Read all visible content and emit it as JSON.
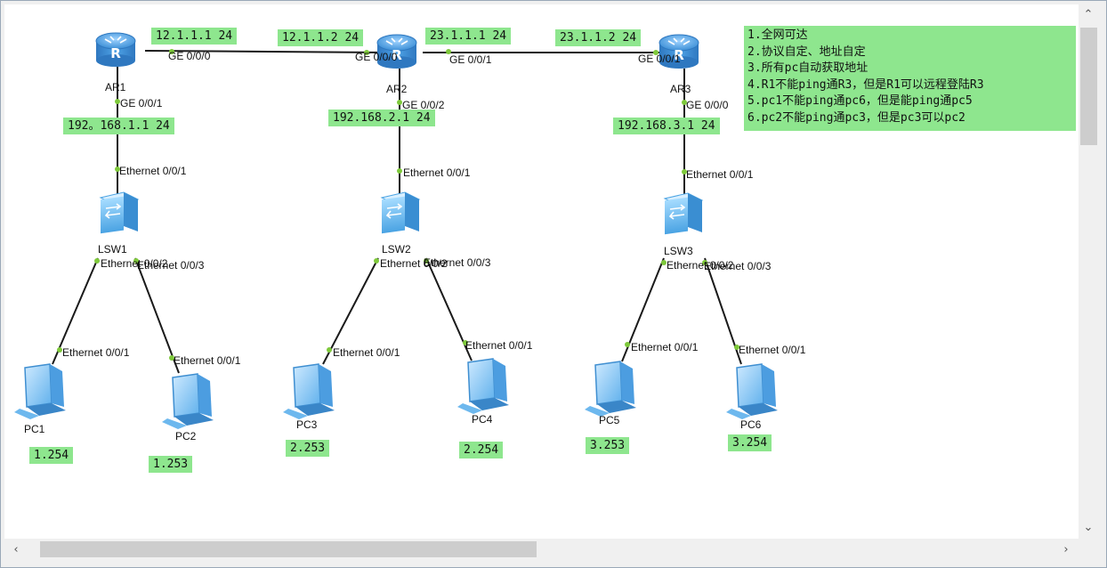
{
  "devices": {
    "ar1": {
      "name": "AR1"
    },
    "ar2": {
      "name": "AR2"
    },
    "ar3": {
      "name": "AR3"
    },
    "lsw1": {
      "name": "LSW1"
    },
    "lsw2": {
      "name": "LSW2"
    },
    "lsw3": {
      "name": "LSW3"
    },
    "pc1": {
      "name": "PC1"
    },
    "pc2": {
      "name": "PC2"
    },
    "pc3": {
      "name": "PC3"
    },
    "pc4": {
      "name": "PC4"
    },
    "pc5": {
      "name": "PC5"
    },
    "pc6": {
      "name": "PC6"
    }
  },
  "ports": {
    "ar1_ge000": "GE 0/0/0",
    "ar1_ge001": "GE 0/0/1",
    "ar2_ge000": "GE 0/0/0",
    "ar2_ge001": "GE 0/0/1",
    "ar2_ge002": "GE 0/0/2",
    "ar3_ge001": "GE 0/0/1",
    "ar3_ge000": "GE 0/0/0",
    "lsw1_up": "Ethernet 0/0/1",
    "lsw1_p2": "Ethernet 0/0/2",
    "lsw1_p3": "Ethernet 0/0/3",
    "lsw2_up": "Ethernet 0/0/1",
    "lsw2_p2": "Ethernet 0/0/2",
    "lsw2_p3": "Ethernet 0/0/3",
    "lsw3_up": "Ethernet 0/0/1",
    "lsw3_p2": "Ethernet 0/0/2",
    "lsw3_p3": "Ethernet 0/0/3",
    "pc1_e": "Ethernet 0/0/1",
    "pc2_e": "Ethernet 0/0/1",
    "pc3_e": "Ethernet 0/0/1",
    "pc4_e": "Ethernet 0/0/1",
    "pc5_e": "Ethernet 0/0/1",
    "pc6_e": "Ethernet 0/0/1"
  },
  "addresses": {
    "ar1_wan": "12.1.1.1 24",
    "ar2_wan1": "12.1.1.2 24",
    "ar2_wan2": "23.1.1.1 24",
    "ar3_wan": "23.1.1.2 24",
    "ar1_lan": "192。168.1.1 24",
    "ar2_lan": "192.168.2.1 24",
    "ar3_lan": "192.168.3.1 24",
    "pc1": "1.254",
    "pc2": "1.253",
    "pc3": "2.253",
    "pc4": "2.254",
    "pc5": "3.253",
    "pc6": "3.254"
  },
  "requirements": [
    "1.全网可达",
    "2.协议自定、地址自定",
    "3.所有pc自动获取地址",
    "4.R1不能ping通R3，但是R1可以远程登陆R3",
    "5.pc1不能ping通pc6，但是能ping通pc5",
    "6.pc2不能ping通pc3，但是pc3可以pc2"
  ],
  "colors": {
    "note_bg": "#8ee68e",
    "link": "#1a1a1a",
    "port_dot": "#7ec93b",
    "router_body": "#3c8fd6",
    "device_blue": "#5aa8e8"
  },
  "scroll_icons": {
    "up": "chevron-up-icon",
    "down": "chevron-down-icon",
    "left": "chevron-left-icon",
    "right": "chevron-right-icon"
  },
  "scroll_glyphs": {
    "up": "⌃",
    "down": "⌄",
    "left": "‹",
    "right": "›"
  }
}
